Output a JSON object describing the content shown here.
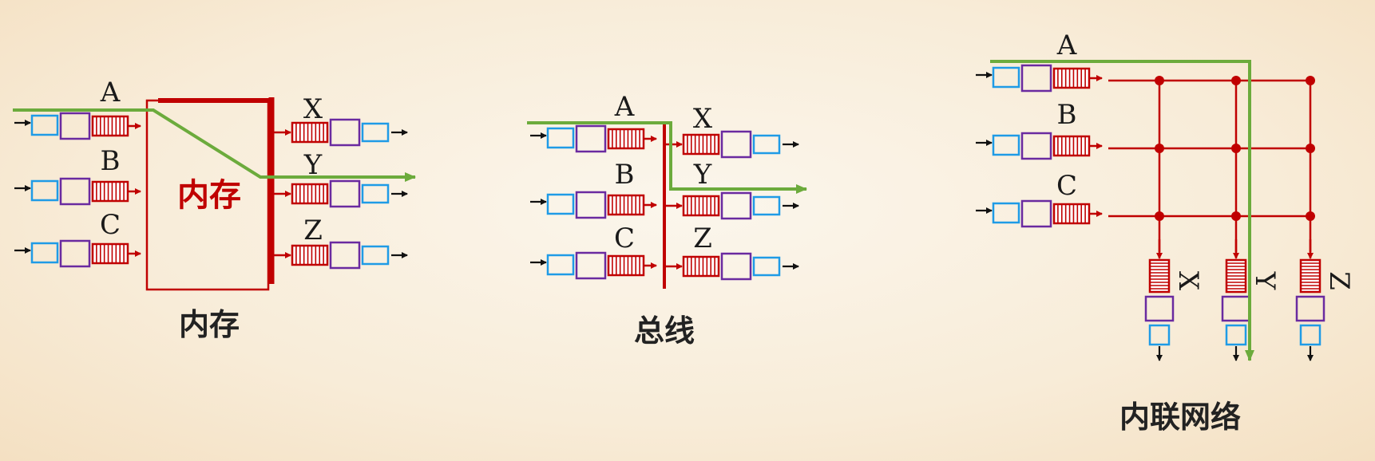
{
  "colors": {
    "red": "#c00000",
    "blue": "#1f9be6",
    "purple": "#6a2aa0",
    "green": "#6cab3c",
    "black": "#111111"
  },
  "memory_panel": {
    "inputs": [
      "A",
      "B",
      "C"
    ],
    "outputs": [
      "X",
      "Y",
      "Z"
    ],
    "block_label": "内存",
    "caption": "内存"
  },
  "bus_panel": {
    "inputs": [
      "A",
      "B",
      "C"
    ],
    "outputs": [
      "X",
      "Y",
      "Z"
    ],
    "caption": "总线"
  },
  "network_panel": {
    "inputs": [
      "A",
      "B",
      "C"
    ],
    "outputs": [
      "X",
      "Y",
      "Z"
    ],
    "caption": "内联网络"
  }
}
